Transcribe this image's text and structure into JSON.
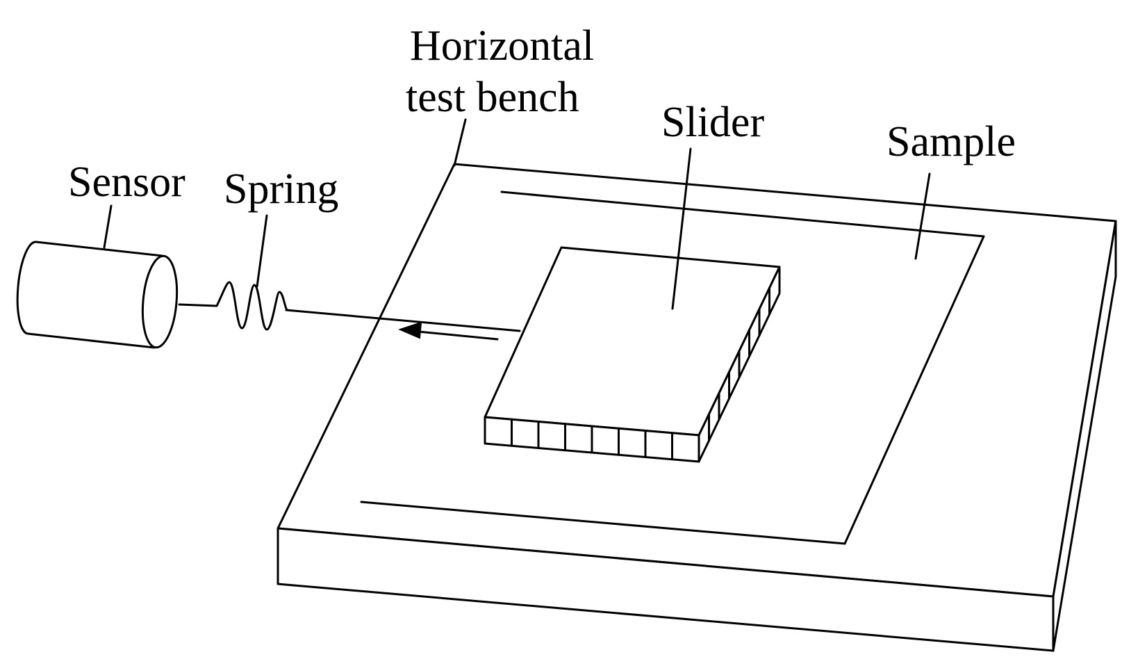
{
  "labels": {
    "bench_line1": "Horizontal",
    "bench_line2": "test bench",
    "slider": "Slider",
    "sample": "Sample",
    "sensor": "Sensor",
    "spring": "Spring"
  },
  "colors": {
    "line": "#000000",
    "background": "#ffffff"
  }
}
